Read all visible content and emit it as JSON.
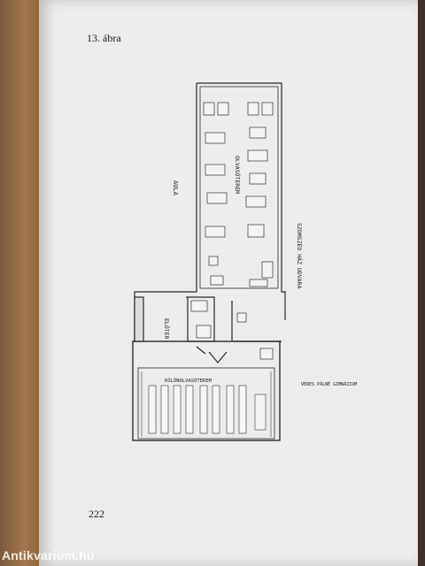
{
  "figure": {
    "label": "13. ábra"
  },
  "page": {
    "number": "222"
  },
  "plan": {
    "aula": "AULA",
    "olvasoterem": "OLVASÓTEREM",
    "eloter": "ELŐTÉR",
    "kulonolvaso": "KÜLÖNOLVASÓTEREM",
    "udvar": "SZOMSZÉD HÁZ UDVARA",
    "gimnazium": "VERES PÁLNÉ GIMNÁZIUM"
  },
  "watermark": {
    "text": "Antikvarium.hu"
  }
}
